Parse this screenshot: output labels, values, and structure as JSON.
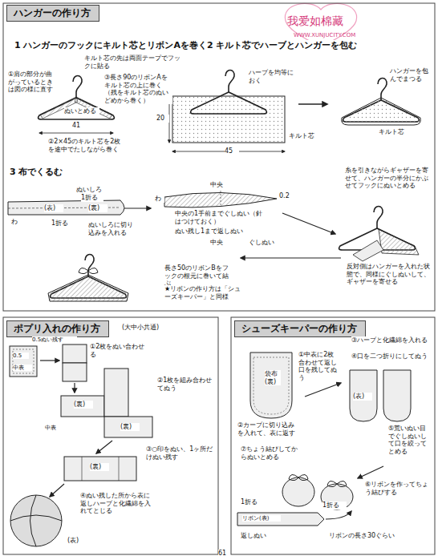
{
  "diagram": {
    "nodes": [
      {
        "text": [
          "ハンガーの作り方"
        ]
      },
      {
        "text": [
          "ポプリ入れの作り方"
        ]
      },
      {
        "text": [
          "シューズキーパーの作り方"
        ]
      }
    ],
    "labels": [
      "1 ハンガーのフックにキルト芯とリボンAを巻く",
      "キルト芯の先は両面テープでフックに貼る",
      "①肩の部分が曲がっているときは図の様に直す",
      "③長さ90のリボンAをキルト芯の上に巻く（残をキルト芯のぬいどめから巻く）",
      "ぬいとめる",
      "41",
      "②2×45のキルト芯を2枚を途中でたしながら巻く",
      "2 キルト芯でハーブとハンガーを包む",
      "ハーブを均等におく",
      "20",
      "45",
      "キルト芯",
      "ハンガーを包んでまつる",
      "キルト芯",
      "3 布でくるむ",
      "ぬいしろ",
      "1折る",
      "(表)",
      "(裏)",
      "わ",
      "1折る",
      "ぬいしろに切り込みを入れる",
      "中央",
      "0.2",
      "中央の1手前までぐしぬい（針はつけておく）",
      "ぬい残し1まで返しぬい",
      "わ",
      "中央",
      "ぐしぬい",
      "糸を引きながらギャザーを寄せて、ハンガーの半分にかぶせてフックにぬいとめる",
      "反対側はハンガーを入れた状態で、同様にぐしぬいして、ギャザーを寄せる",
      "長さ50のリボンBをフックの根元に巻いて結ぶ",
      "★リボンの作り方は「シューズキーパー」と同様",
      "(大中小共通)",
      "0.5ぬい残す",
      "0.5",
      "中表",
      "①2枚をぬい合わせる",
      "(裏)",
      "②1枚を組み合わせてぬう",
      "(裏)",
      "中表",
      "③○印をぬい、1ヶ所だけぬい残す",
      "(裏)",
      "④ぬい残した所から表に返しハーブと化繊綿を入れてとじる",
      "(表)",
      "袋布(裏)",
      "①中表に2枚合わせて返し口を残してぬう",
      "②カーブに切り込みを入れて、表に返す",
      "③ハーブと化繊綿を入れる",
      "④口を二つ折りにしてぬう",
      "(表)",
      "⑤荒いぬい目でぐしぬいして口を絞ってとめる",
      "⑦ちょう結びしてからぬいとめる",
      "⑥リボンを作ってちょう結びする",
      "1折る",
      "1折る",
      "リボン(表)",
      "返しぬい",
      "リボンの長さ30ぐらい",
      "61",
      "我爱如棉藏",
      "WWW.XUNJUCITY.COM"
    ]
  }
}
